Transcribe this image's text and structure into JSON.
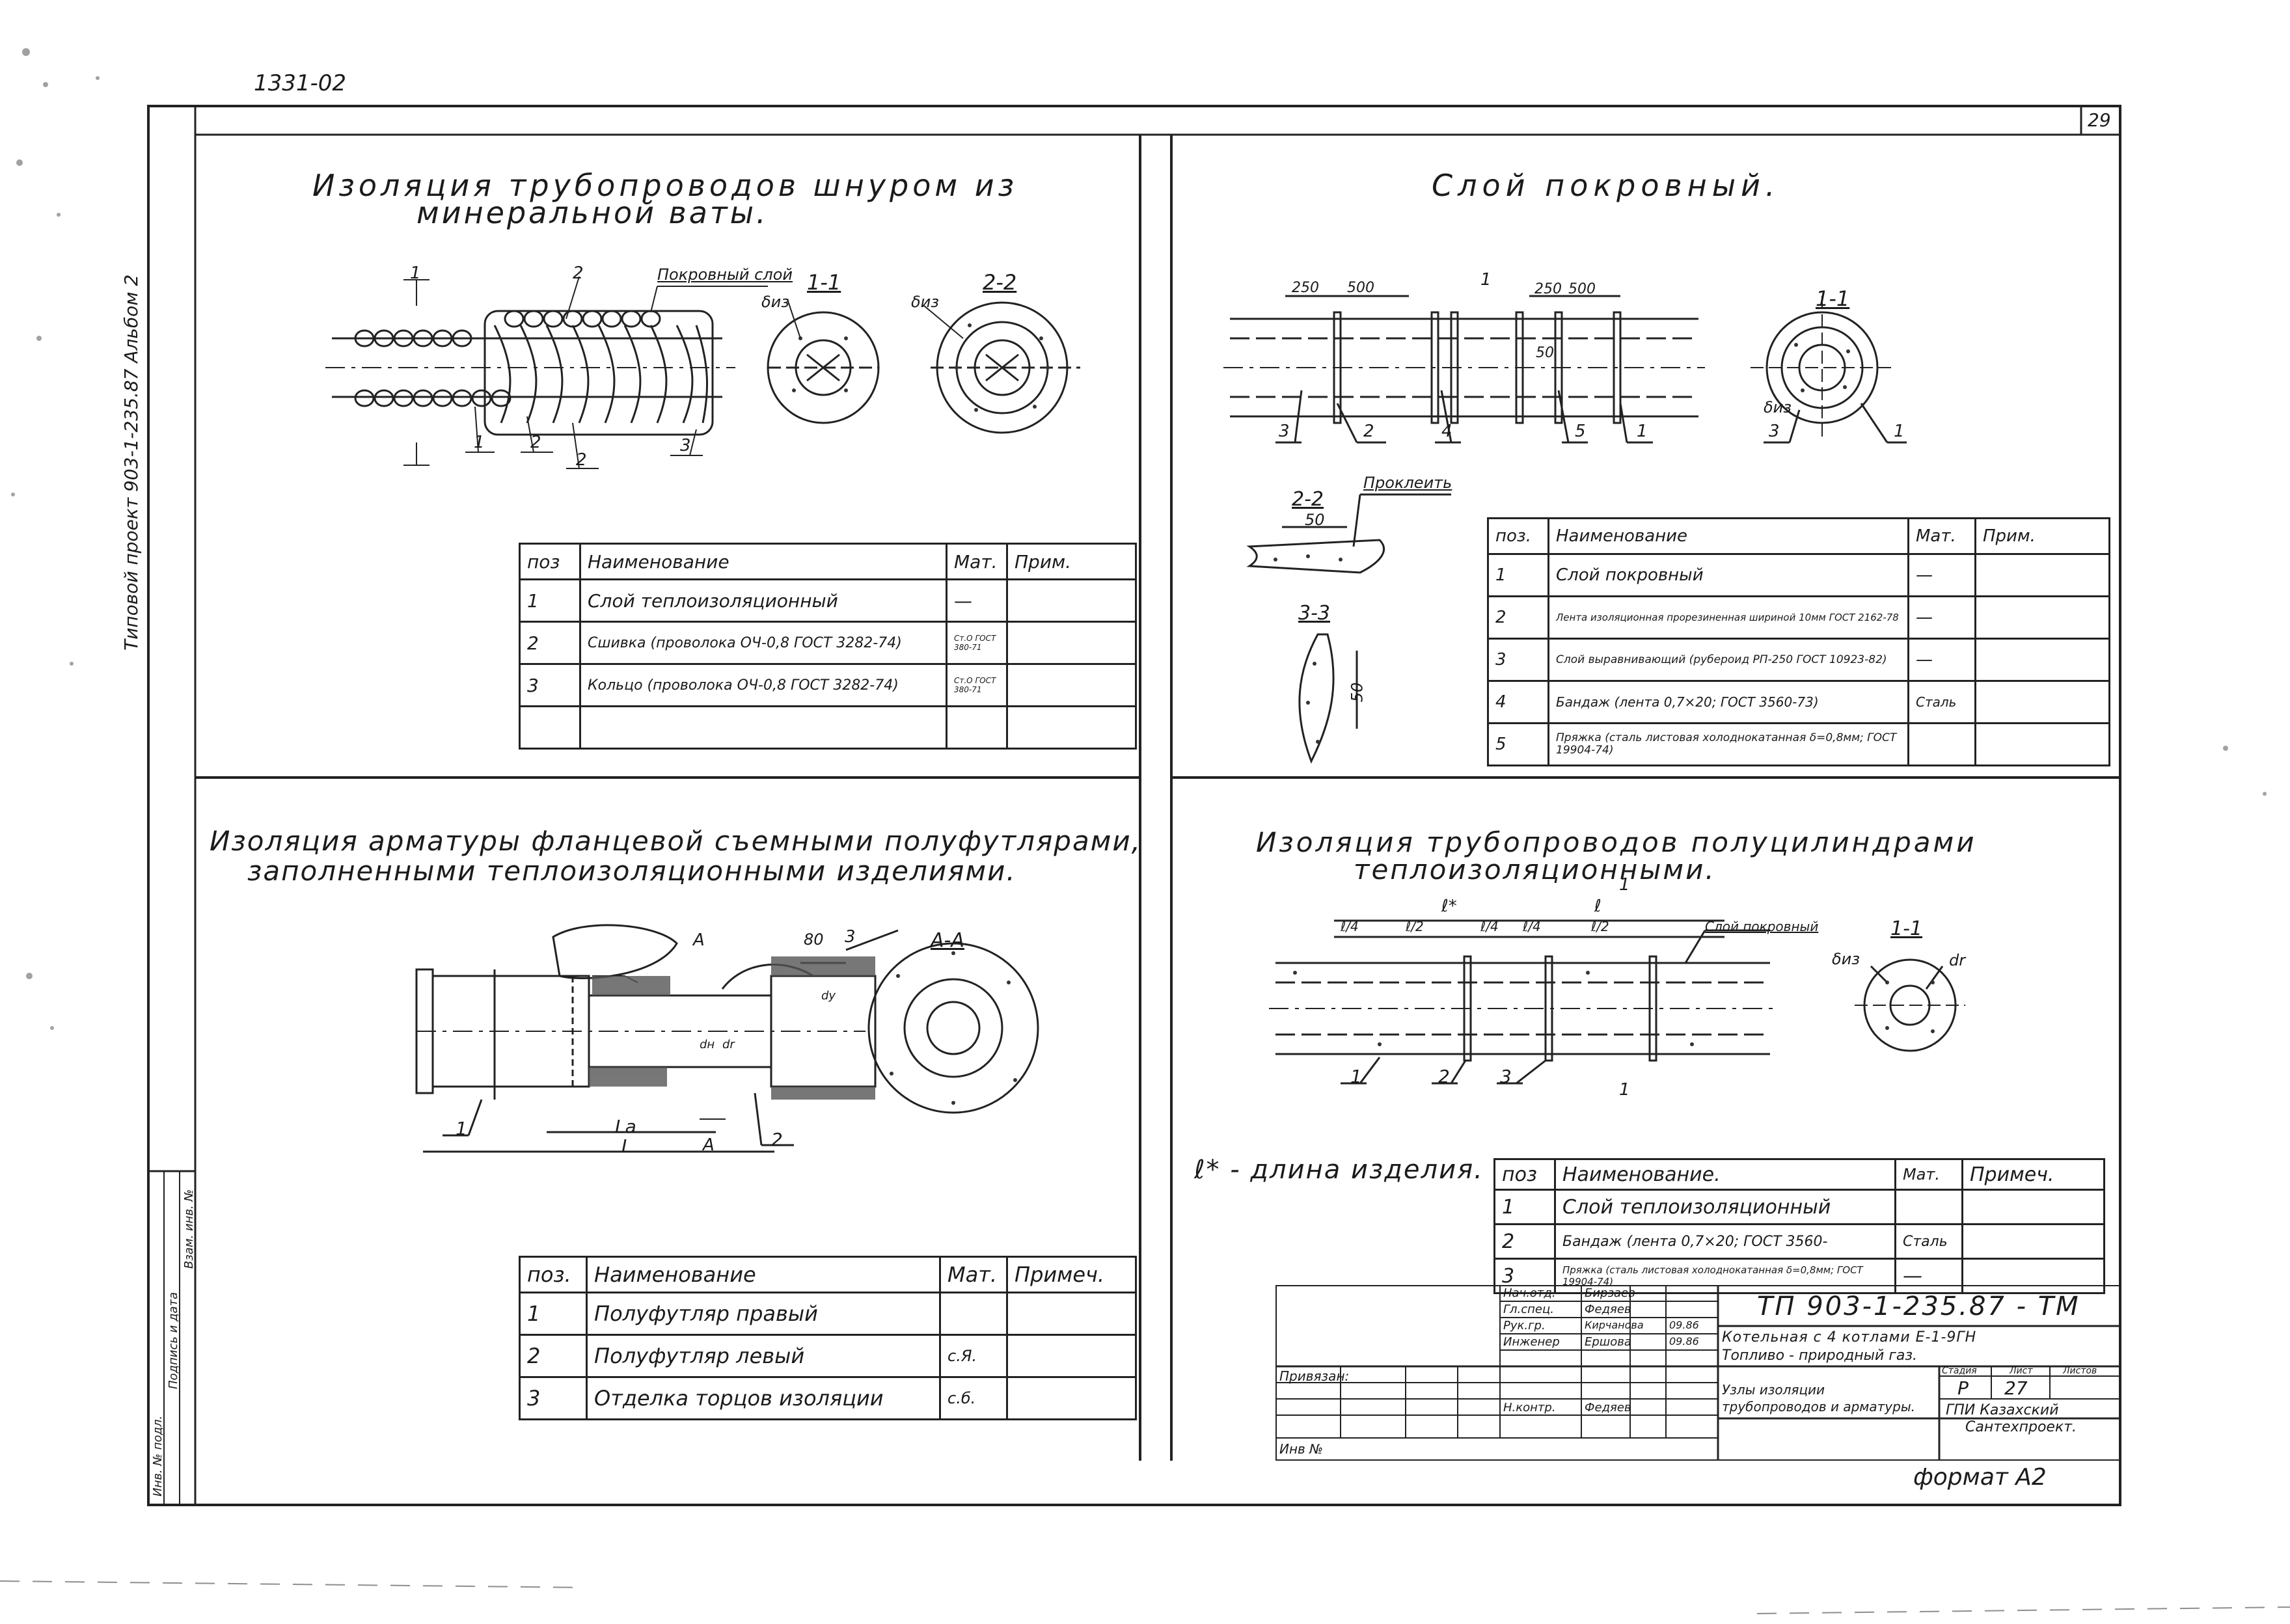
{
  "sheet": {
    "doc_number_top": "1331-02",
    "sheet_no": "29",
    "side_label": "Типовой проект 903-1-235.87  Альбом 2",
    "bottom_side_labels": [
      "Инв. № подл.",
      "Подпись и дата",
      "Взам. инв. №"
    ],
    "format": "формат А2"
  },
  "q1": {
    "title_line1": "Изоляция трубопроводов шнуром из",
    "title_line2": "минеральной ваты.",
    "labels": {
      "cover_layer": "Покровный слой",
      "section_11": "1-1",
      "section_22": "2-2",
      "delta_iz": "δиз",
      "c1": "1",
      "c2": "2",
      "c3": "3",
      "c1b": "1",
      "c2b": "2",
      "c2c": "2"
    },
    "table": {
      "headers": [
        "поз",
        "Наименование",
        "Мат.",
        "Прим."
      ],
      "rows": [
        [
          "1",
          "Слой теплоизоляционный",
          "—",
          ""
        ],
        [
          "2",
          "Сшивка (проволока ОЧ-0,8 ГОСТ 3282-74)",
          "Ст.О ГОСТ 380-71",
          ""
        ],
        [
          "3",
          "Кольцо (проволока ОЧ-0,8 ГОСТ 3282-74)",
          "Ст.О ГОСТ 380-71",
          ""
        ],
        [
          "",
          "",
          "",
          ""
        ]
      ]
    }
  },
  "q2": {
    "title": "Слой покровный.",
    "labels": {
      "d250a": "250",
      "d500a": "500",
      "d250b": "250",
      "d500b": "500",
      "d50": "50",
      "section_11": "1-1",
      "section_22": "2-2",
      "section_33": "3-3",
      "glue": "Проклеить",
      "dim50a": "50",
      "dim50b": "50",
      "delta_iz": "δиз",
      "c1": "1",
      "c2": "2",
      "c3": "3",
      "c4": "4",
      "c5": "5",
      "c1b": "1",
      "c3b": "3",
      "c1c": "1"
    },
    "table": {
      "headers": [
        "поз.",
        "Наименование",
        "Мат.",
        "Прим."
      ],
      "rows": [
        [
          "1",
          "Слой покровный",
          "—",
          ""
        ],
        [
          "2",
          "Лента изоляционная прорезиненная шириной 10мм ГОСТ 2162-78",
          "—",
          ""
        ],
        [
          "3",
          "Слой выравнивающий (рубероид РП-250 ГОСТ 10923-82)",
          "—",
          ""
        ],
        [
          "4",
          "Бандаж (лента 0,7×20; ГОСТ 3560-73)",
          "Сталь",
          ""
        ],
        [
          "5",
          "Пряжка (сталь листовая холоднокатанная δ=0,8мм; ГОСТ 19904-74)",
          "",
          ""
        ]
      ]
    }
  },
  "q3": {
    "title_line1": "Изоляция арматуры фланцевой съемными полуфутлярами,",
    "title_line2": "заполненными теплоизоляционными изделиями.",
    "labels": {
      "A": "А",
      "d80": "80",
      "c3": "3",
      "section_AA": "А-А",
      "La": "Lа",
      "L": "L",
      "c1": "1",
      "c2": "2",
      "A2": "А",
      "dr": "dr",
      "dn": "dн",
      "dy": "dy"
    },
    "table": {
      "headers": [
        "поз.",
        "Наименование",
        "Мат.",
        "Примеч."
      ],
      "rows": [
        [
          "1",
          "Полуфутляр правый",
          "",
          ""
        ],
        [
          "2",
          "Полуфутляр левый",
          "с.Я.",
          ""
        ],
        [
          "3",
          "Отделка торцов изоляции",
          "с.б.",
          ""
        ]
      ]
    }
  },
  "q4": {
    "title_line1": "Изоляция трубопроводов полуцилиндрами",
    "title_line2": "теплоизоляционными.",
    "note": "ℓ* - длина изделия.",
    "labels": {
      "l_star": "ℓ*",
      "l": "ℓ",
      "l4a": "ℓ/4",
      "l2a": "ℓ/2",
      "l4b": "ℓ/4",
      "l4c": "ℓ/4",
      "l2b": "ℓ/2",
      "cover": "Слой покровный",
      "section_11": "1-1",
      "delta_iz": "δиз",
      "dr": "dr",
      "c1": "1",
      "c2": "2",
      "c3": "3",
      "c1b": "1",
      "c1c": "1"
    },
    "table": {
      "headers": [
        "поз",
        "Наименование.",
        "Мат.",
        "Примеч."
      ],
      "rows": [
        [
          "1",
          "Слой теплоизоляционный",
          "",
          ""
        ],
        [
          "2",
          "Бандаж (лента 0,7×20; ГОСТ 3560-",
          "Сталь",
          ""
        ],
        [
          "3",
          "Пряжка (сталь листовая холоднокатанная δ=0,8мм; ГОСТ 19904-74)",
          "—",
          ""
        ]
      ]
    }
  },
  "title_block": {
    "code": "ТП 903-1-235.87 - ТМ",
    "object": "Котельная с 4 котлами Е-1-9ГН",
    "fuel": "Топливо - природный газ.",
    "sheet_title": "Узлы изоляции трубопроводов и арматуры.",
    "org_line1": "ГПИ Казахский",
    "org_line2": "Сантехпроект.",
    "stage_head": "Стадия",
    "sheet_head": "Лист",
    "sheets_head": "Листов",
    "stage": "Р",
    "sheet": "27",
    "sheets": "",
    "privyazan": "Привязан:",
    "inv": "Инв №",
    "signers": [
      {
        "role": "Нач.отд.",
        "name": "Бирзаев"
      },
      {
        "role": "Гл.спец.",
        "name": "Федяев"
      },
      {
        "role": "Рук.гр.",
        "name": "Кирчанова"
      },
      {
        "role": "Инженер",
        "name": "Ершова"
      },
      {
        "role": "Н.контр.",
        "name": "Федяев"
      }
    ],
    "date": "09.86"
  }
}
